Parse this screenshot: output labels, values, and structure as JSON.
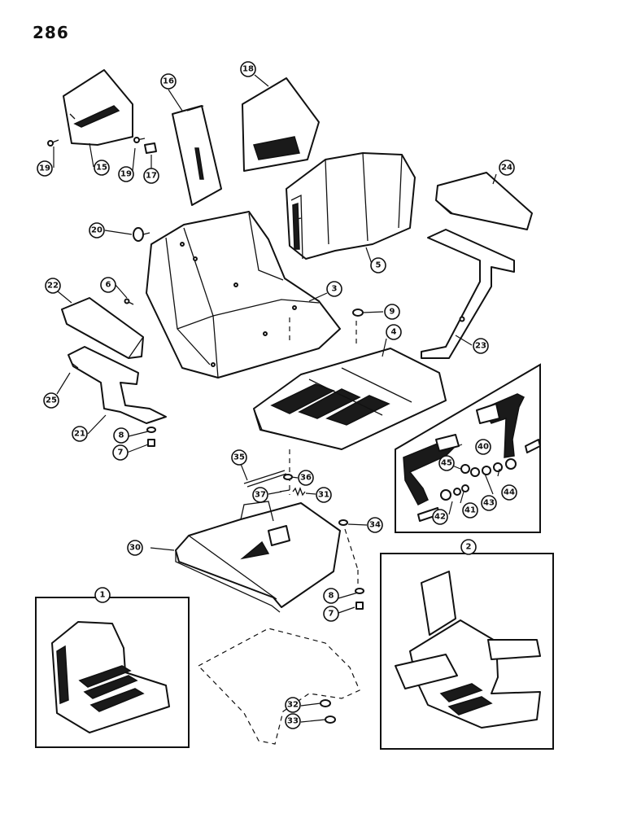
{
  "page_number": "286",
  "inset_labels": [
    "1",
    "2"
  ],
  "callouts": [
    "3",
    "4",
    "5",
    "6",
    "7",
    "7",
    "8",
    "8",
    "9",
    "15",
    "16",
    "17",
    "18",
    "19",
    "19",
    "20",
    "21",
    "22",
    "23",
    "24",
    "25",
    "30",
    "31",
    "32",
    "33",
    "34",
    "35",
    "36",
    "37",
    "40",
    "41",
    "42",
    "43",
    "44",
    "45"
  ]
}
